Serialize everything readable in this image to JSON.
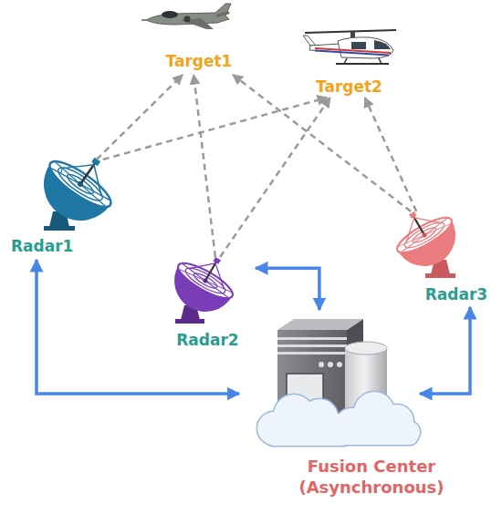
{
  "diagram": {
    "nodes": [
      {
        "text": [
          "Target1"
        ]
      },
      {
        "text": [
          "Target2"
        ]
      },
      {
        "text": [
          "Radar1"
        ]
      },
      {
        "text": [
          "Radar2"
        ]
      },
      {
        "text": [
          "Radar3"
        ]
      },
      {
        "text": [
          "Fusion Center (Asynchronous)"
        ]
      }
    ],
    "edges": [
      {
        "from": 2,
        "to": 0,
        "arrow": "to"
      },
      {
        "from": 2,
        "to": 1,
        "arrow": "to"
      },
      {
        "from": 3,
        "to": 0,
        "arrow": "to"
      },
      {
        "from": 3,
        "to": 1,
        "arrow": "to"
      },
      {
        "from": 4,
        "to": 0,
        "arrow": "to"
      },
      {
        "from": 4,
        "to": 1,
        "arrow": "to"
      },
      {
        "from": 2,
        "to": 5,
        "arrow": "both"
      },
      {
        "from": 3,
        "to": 5,
        "arrow": "both"
      },
      {
        "from": 4,
        "to": 5,
        "arrow": "both"
      }
    ]
  }
}
